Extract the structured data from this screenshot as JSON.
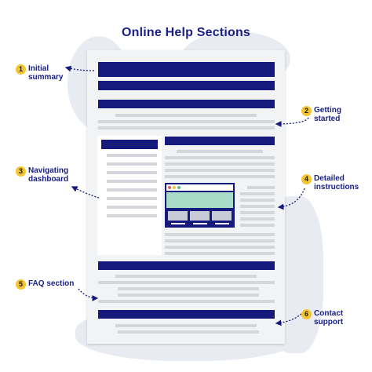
{
  "title": "Online Help Sections",
  "callouts": [
    {
      "number": "1",
      "label": "Initial\nsummary"
    },
    {
      "number": "2",
      "label": "Getting\nstarted"
    },
    {
      "number": "3",
      "label": "Navigating\ndashboard"
    },
    {
      "number": "4",
      "label": "Detailed\ninstructions"
    },
    {
      "number": "5",
      "label": "FAQ section"
    },
    {
      "number": "6",
      "label": "Contact\nsupport"
    }
  ],
  "colors": {
    "accent": "#151a7c",
    "badge": "#f3c531",
    "document_bg": "#f2f3f5",
    "blob": "#e9ebf2",
    "mock_hero": "#a9dcc8"
  }
}
